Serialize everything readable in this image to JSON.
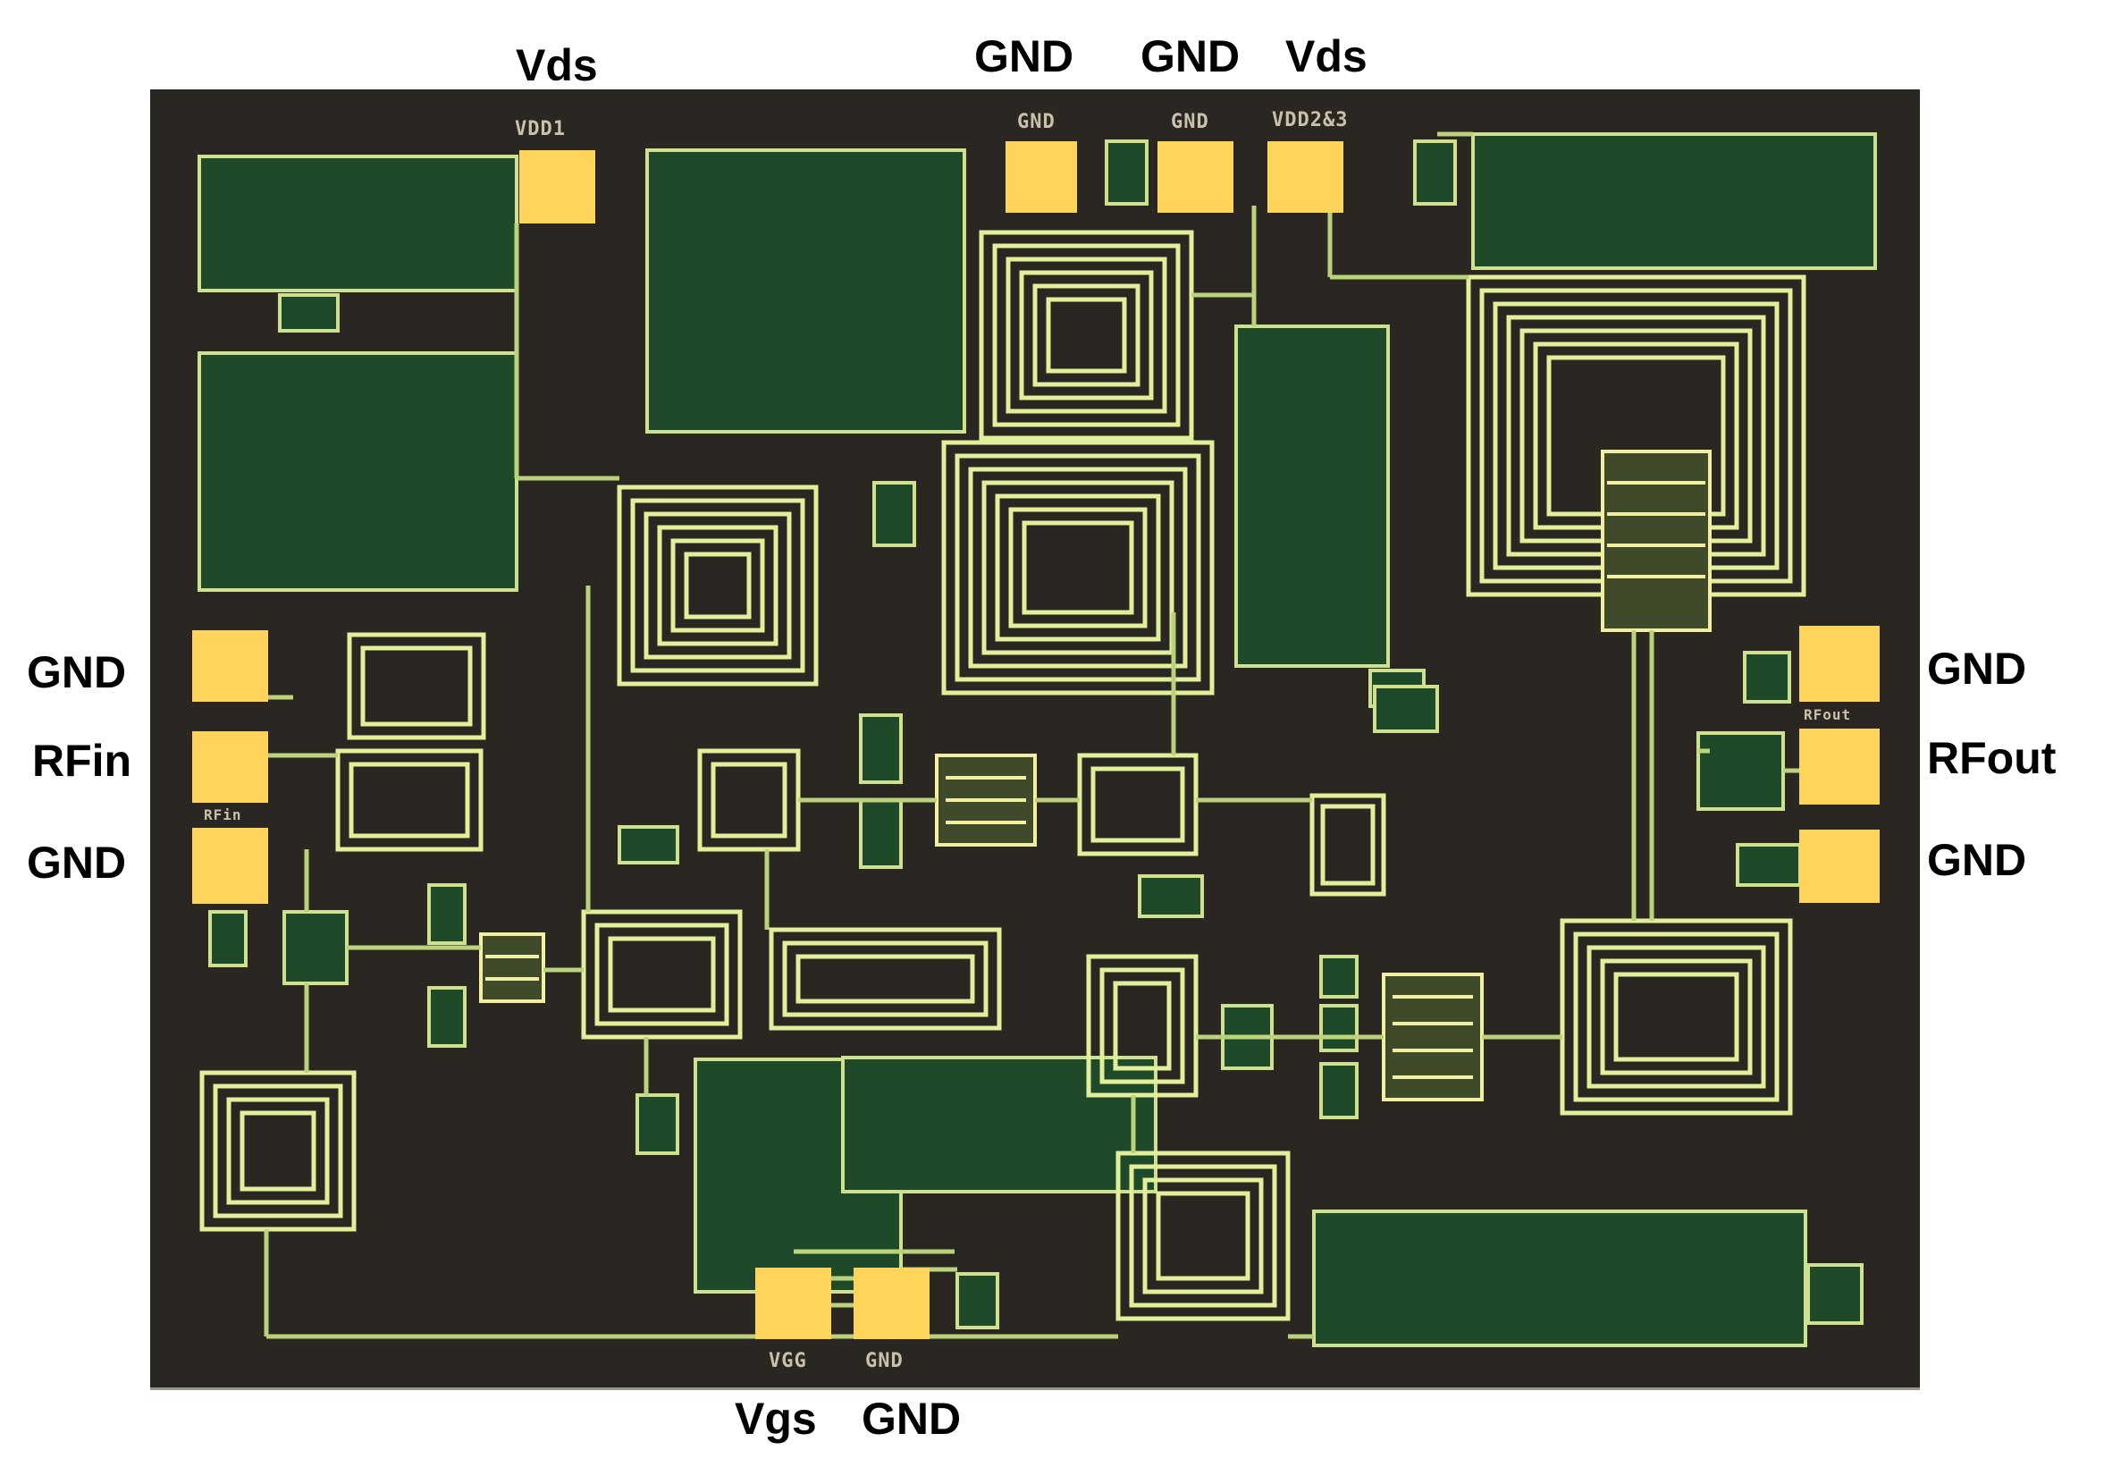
{
  "labels": {
    "top_vds_left": "Vds",
    "top_gnd_1": "GND",
    "top_gnd_2": "GND",
    "top_vds_right": "Vds",
    "left_gnd_top": "GND",
    "left_rfin": "RFin",
    "left_gnd_bottom": "GND",
    "right_gnd_top": "GND",
    "right_rfout": "RFout",
    "right_gnd_bottom": "GND",
    "bottom_vgs": "Vgs",
    "bottom_gnd": "GND"
  },
  "silkscreen": {
    "vdd1": "VDD1",
    "gnd_a": "GND",
    "gnd_b": "GND",
    "vdd2": "VDD2&3",
    "vgg": "VGG",
    "gnd_c": "GND",
    "rfin": "RFin",
    "rfout": "RFout"
  },
  "colors": {
    "die": "#2a2622",
    "metal": "#d8e6a0",
    "pad": "#ffd45a",
    "capacitor": "#1f4a2a"
  }
}
